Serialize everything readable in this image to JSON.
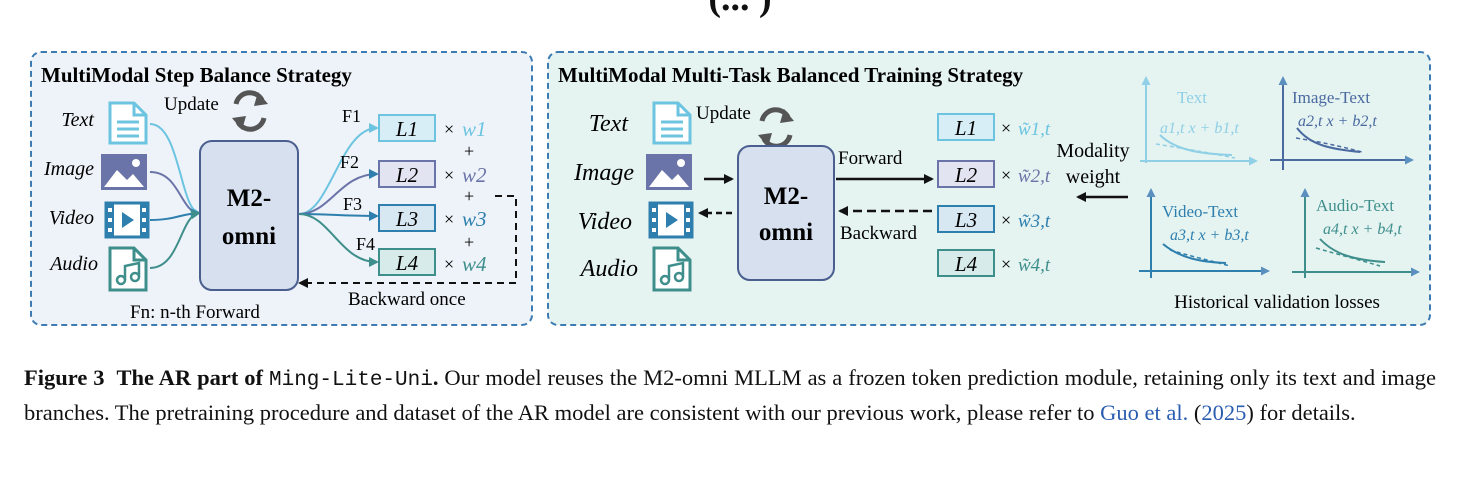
{
  "header_fragment": "(... )",
  "left_panel": {
    "title": "MultiModal Step Balance Strategy",
    "update_label": "Update",
    "inputs": [
      "Text",
      "Image",
      "Video",
      "Audio"
    ],
    "model_label": [
      "M2-",
      "omni"
    ],
    "forwards": [
      "F1",
      "F2",
      "F3",
      "F4"
    ],
    "losses": [
      "L1",
      "L2",
      "L3",
      "L4"
    ],
    "times": "×",
    "weights": [
      "w1",
      "w2",
      "w3",
      "w4"
    ],
    "plus": "+",
    "backward_label": "Backward once",
    "footnote": "Fn: n-th Forward"
  },
  "right_panel": {
    "title": "MultiModal Multi-Task Balanced Training Strategy",
    "update_label": "Update",
    "inputs": [
      "Text",
      "Image",
      "Video",
      "Audio"
    ],
    "model_label": [
      "M2-",
      "omni"
    ],
    "forward_label": "Forward",
    "backward_label": "Backward",
    "losses": [
      "L1",
      "L2",
      "L3",
      "L4"
    ],
    "weights": [
      "w̃1,t",
      "w̃2,t",
      "w̃3,t",
      "w̃4,t"
    ],
    "modality_weight_label": [
      "Modality",
      "weight"
    ],
    "mini_plots": [
      {
        "title": "Text",
        "formula": "a1,t x + b1,t"
      },
      {
        "title": "Image-Text",
        "formula": "a2,t x + b2,t"
      },
      {
        "title": "Video-Text",
        "formula": "a3,t x + b3,t"
      },
      {
        "title": "Audio-Text",
        "formula": "a4,t x + b4,t"
      }
    ],
    "plots_caption": "Historical validation losses"
  },
  "caption": {
    "label": "Figure 3",
    "bold_part": "The AR part of",
    "code_name": "Ming-Lite-Uni",
    "period": ".",
    "text_part1": " Our model reuses the M2-omni MLLM as a frozen token prediction module, retaining only its text and image branches. The pretraining procedure and dataset of the AR model are consistent with our previous work, please refer to ",
    "citation_author": "Guo et al.",
    "citation_year": "2025",
    "text_part2": " for details."
  },
  "colors": {
    "panel_border": "#3c7cb3",
    "left_panel_bg": "#eef3f9",
    "right_panel_bg": "#e5f3f1",
    "model_fill": "#d7e0ef",
    "model_stroke": "#4a5f8f",
    "text_mod": "#6cc4e0",
    "image_mod": "#6a74a8",
    "video_mod": "#2e7fae",
    "audio_mod": "#3e8f8c"
  }
}
